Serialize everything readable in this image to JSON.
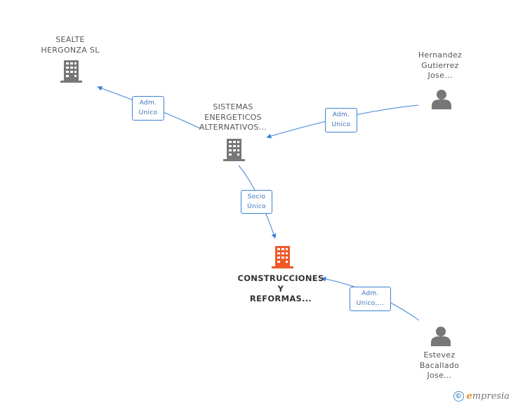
{
  "nodes": {
    "sealte": {
      "lines": [
        "SEALTE",
        "HERGONZA SL"
      ],
      "type": "company"
    },
    "sistemas": {
      "lines": [
        "SISTEMAS",
        "ENERGETICOS",
        "ALTERNATIVOS..."
      ],
      "type": "company"
    },
    "hernandez": {
      "lines": [
        "Hernandez",
        "Gutierrez",
        "Jose..."
      ],
      "type": "person"
    },
    "construcciones": {
      "lines": [
        "CONSTRUCCIONES",
        "Y",
        "REFORMAS..."
      ],
      "type": "company-main"
    },
    "estevez": {
      "lines": [
        "Estevez",
        "Bacallado",
        "Jose..."
      ],
      "type": "person"
    }
  },
  "edges": {
    "sistemas_to_sealte": {
      "lines": [
        "Adm.",
        "Unico"
      ]
    },
    "hernandez_to_sistemas": {
      "lines": [
        "Adm.",
        "Unico"
      ]
    },
    "sistemas_to_construcciones": {
      "lines": [
        "Socio",
        "Único"
      ]
    },
    "estevez_to_construcciones": {
      "lines": [
        "Adm.",
        "Unico,..."
      ]
    }
  },
  "colors": {
    "edge": "#3b82d6",
    "company": "#777777",
    "main_company": "#f05a28",
    "person": "#777777"
  },
  "footer": {
    "copyright_symbol": "©",
    "brand_initial": "e",
    "brand_rest": "mpresia"
  }
}
